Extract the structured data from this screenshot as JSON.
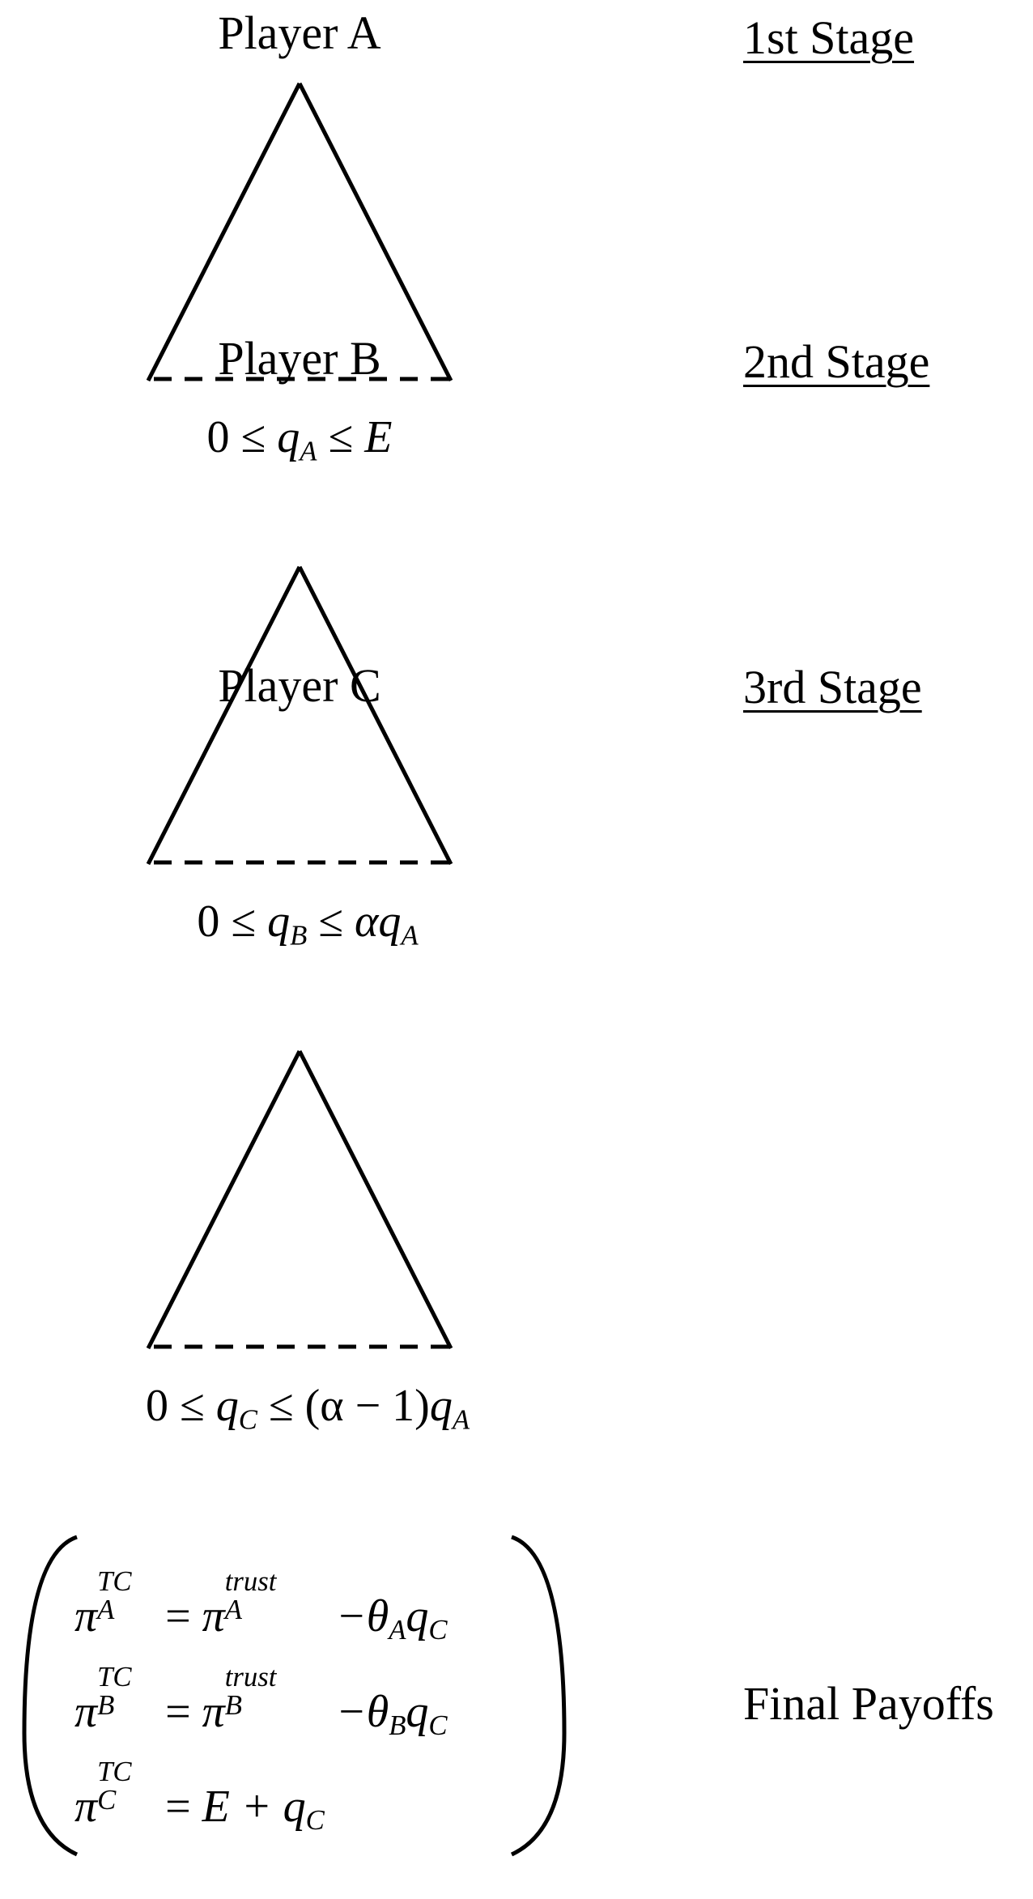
{
  "stages": [
    {
      "player": "Player A",
      "stage": "1st Stage",
      "constraint": {
        "lead": "0 ≤ ",
        "var": "q",
        "sub": "A",
        "tail": " ≤ ",
        "tail_var": "E",
        "tail_sub": ""
      }
    },
    {
      "player": "Player B",
      "stage": "2nd Stage",
      "constraint": {
        "lead": "0 ≤ ",
        "var": "q",
        "sub": "B",
        "tail": " ≤ ",
        "tail_var": "αq",
        "tail_sub": "A"
      }
    },
    {
      "player": "Player C",
      "stage": "3rd Stage",
      "constraint": {
        "lead": "0 ≤ ",
        "var": "q",
        "sub": "C",
        "tail": " ≤ (α − 1)",
        "tail_var": "q",
        "tail_sub": "A"
      }
    }
  ],
  "payoffs": {
    "label": "Final Payoffs",
    "rows": [
      {
        "sym": "π",
        "sup": "TC",
        "sub": "A",
        "eq": " = ",
        "rhs_sym": "π",
        "rhs_sup": "trust",
        "rhs_sub": "A",
        "rhs_tail": " −θ",
        "tail_sub1": "A",
        "tail_var": "q",
        "tail_sub2": "C"
      },
      {
        "sym": "π",
        "sup": "TC",
        "sub": "B",
        "eq": " = ",
        "rhs_sym": "π",
        "rhs_sup": "trust",
        "rhs_sub": "B",
        "rhs_tail": " −θ",
        "tail_sub1": "B",
        "tail_var": "q",
        "tail_sub2": "C"
      },
      {
        "sym": "π",
        "sup": "TC",
        "sub": "C",
        "eq": " = ",
        "rhs_plain": "E + ",
        "tail_var": "q",
        "tail_sub2": "C"
      }
    ]
  }
}
